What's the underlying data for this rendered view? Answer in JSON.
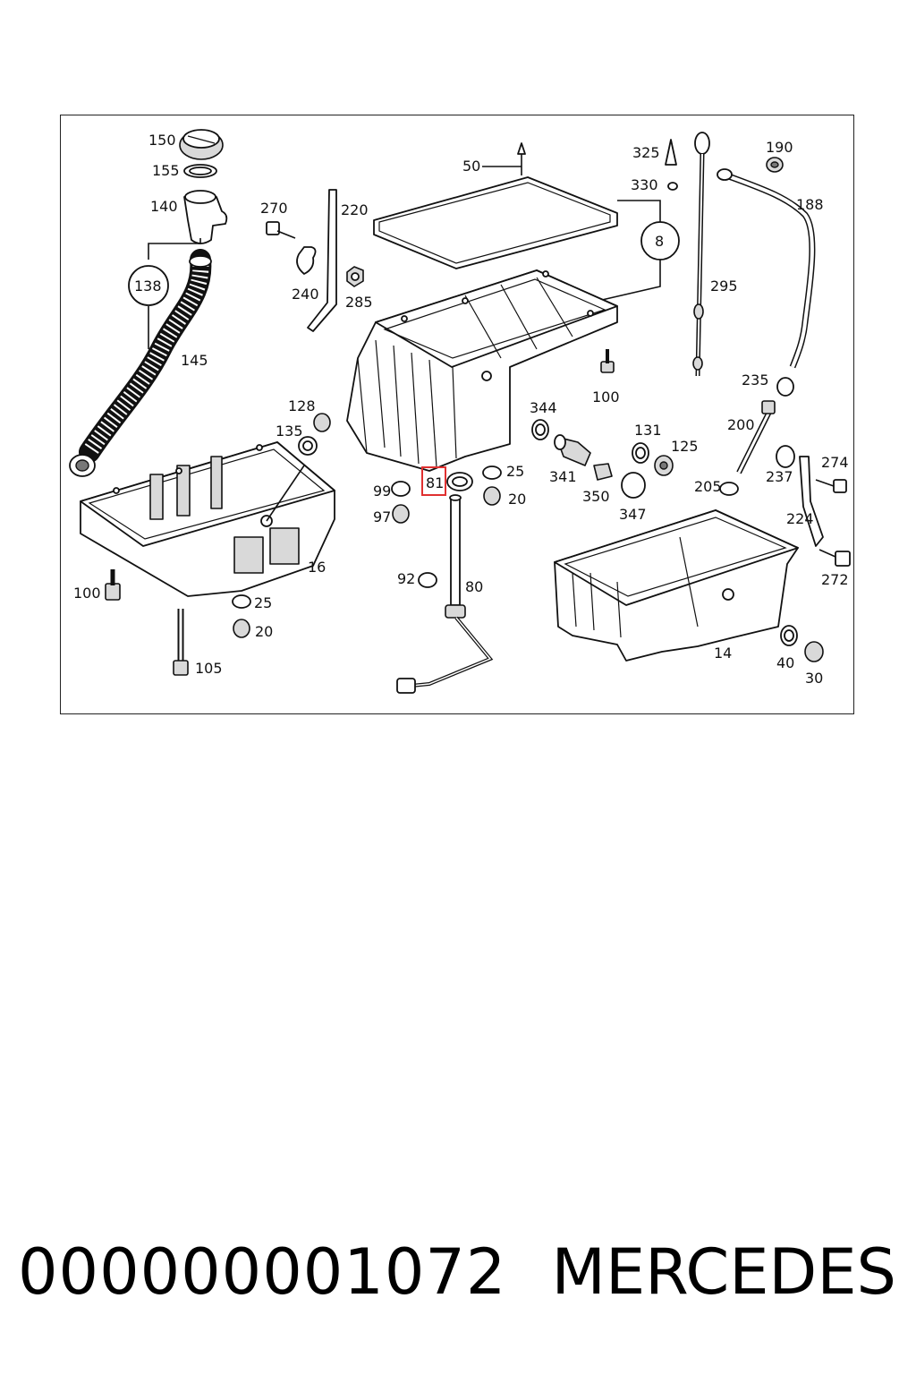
{
  "diagram": {
    "highlighted_part": "81",
    "highlight_color": "#e03030",
    "part_labels": [
      "150",
      "155",
      "140",
      "138",
      "145",
      "270",
      "220",
      "240",
      "285",
      "50",
      "325",
      "330",
      "8",
      "190",
      "188",
      "295",
      "235",
      "200",
      "237",
      "274",
      "224",
      "272",
      "128",
      "135",
      "100",
      "344",
      "131",
      "125",
      "341",
      "350",
      "347",
      "205",
      "99",
      "81",
      "25",
      "20",
      "97",
      "92",
      "80",
      "16",
      "105",
      "14",
      "40",
      "30"
    ]
  },
  "footer": {
    "part_number": "000000001072",
    "brand": "MERCEDES"
  }
}
